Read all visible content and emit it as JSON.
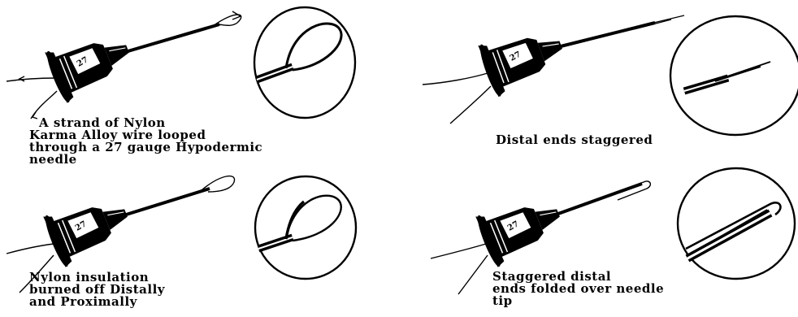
{
  "panels": [
    {
      "id": "looped",
      "caption_lines": [
        "A strand of Nylon",
        "Karma Alloy wire looped",
        "through a 27 gauge Hypodermic",
        "needle"
      ]
    },
    {
      "id": "staggered",
      "caption_lines": [
        "Distal ends staggered"
      ]
    },
    {
      "id": "insulation",
      "caption_lines": [
        "Nylon insulation",
        "burned off Distally",
        "and Proximally"
      ]
    },
    {
      "id": "folded",
      "caption_lines": [
        "Staggered distal",
        "ends folded over needle",
        "tip"
      ]
    }
  ],
  "colors": {
    "ink": "#000000",
    "paper": "#ffffff"
  }
}
